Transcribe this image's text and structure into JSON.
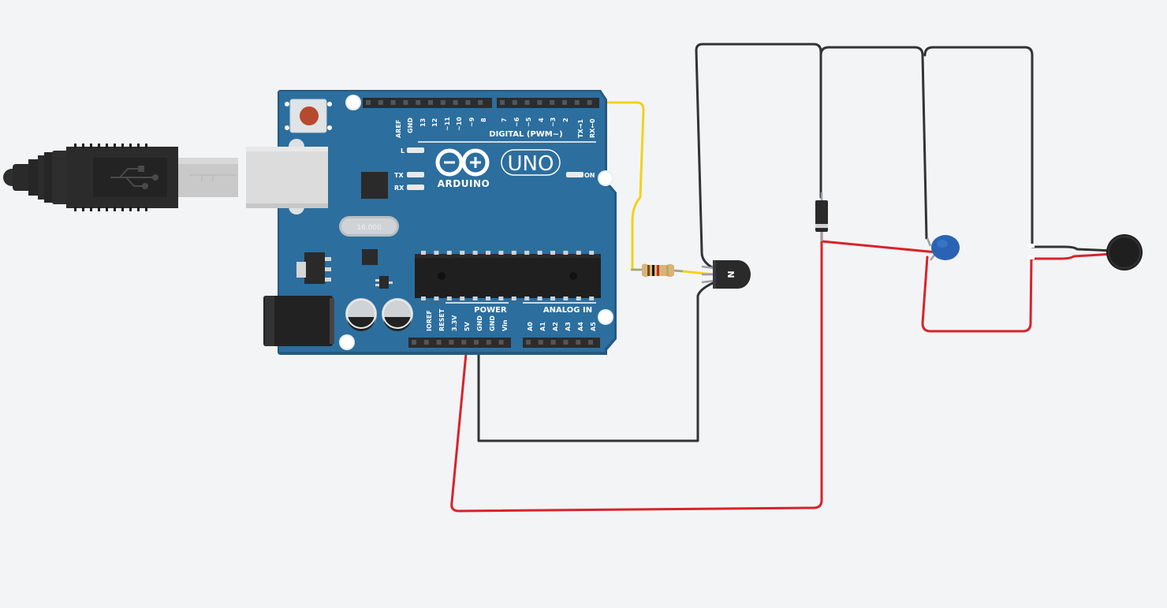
{
  "board": {
    "brand": "ARDUINO",
    "model": "UNO",
    "digital_header_label": "DIGITAL (PWM~)",
    "power_header_label": "POWER",
    "analog_header_label": "ANALOG IN",
    "digital_pins_left": [
      "AREF",
      "GND",
      "13",
      "12",
      "~11",
      "~10",
      "~9",
      "8"
    ],
    "digital_pins_right": [
      "7",
      "~6",
      "~5",
      "4",
      "~3",
      "2",
      "TX→1",
      "RX←0"
    ],
    "power_pins": [
      "IOREF",
      "RESET",
      "3.3V",
      "5V",
      "GND",
      "GND",
      "Vin"
    ],
    "analog_pins": [
      "A0",
      "A1",
      "A2",
      "A3",
      "A4",
      "A5"
    ],
    "led_labels": {
      "l": "L",
      "tx": "TX",
      "rx": "RX",
      "on": "ON"
    },
    "crystal_label": "16.000",
    "colors": {
      "board": "#2c6e9e",
      "board_edge": "#235a82"
    }
  },
  "components": {
    "transistor": {
      "type": "NPN",
      "label": "N"
    },
    "resistor": {
      "bands": [
        "#7a4a1a",
        "#111111",
        "#c4281c",
        "#c9a45a"
      ]
    },
    "diode": {
      "type": "diode"
    },
    "capacitor": {
      "type": "ceramic-capacitor",
      "color": "#2a63b3"
    },
    "motor": {
      "type": "vibration-motor"
    },
    "usb_cable": {
      "type": "usb-b"
    }
  },
  "wires": {
    "colors": {
      "signal": "#f2d21b",
      "ground": "#333333",
      "power": "#d8232a"
    }
  }
}
